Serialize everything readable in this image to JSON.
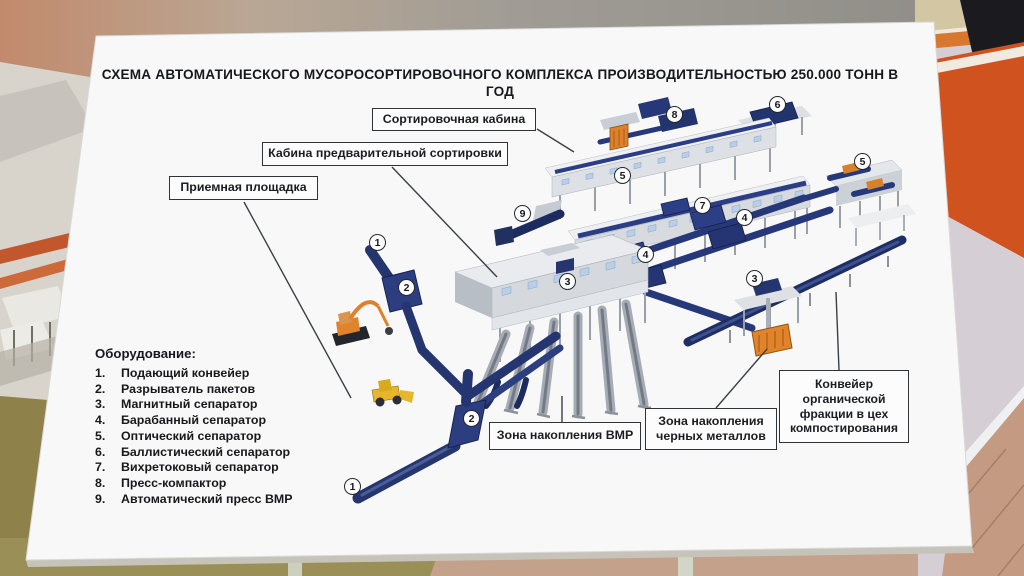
{
  "poster": {
    "title": "СХЕМА АВТОМАТИЧЕСКОГО МУСОРОСОРТИРОВОЧНОГО КОМПЛЕКСА ПРОИЗВОДИТЕЛЬНОСТЬЮ 250.000 ТОНН В ГОД",
    "labels": {
      "receiving_area": "Приемная площадка",
      "pre_sorting_cabin": "Кабина предварительной сортировки",
      "sorting_cabin": "Сортировочная кабина",
      "vmr_zone": "Зона накопления ВМР",
      "ferrous_zone": "Зона накопления черных металлов",
      "organic_conveyor": "Конвейер органической фракции в цех компостирования"
    },
    "equipment": {
      "heading": "Оборудование:",
      "items": [
        {
          "num": "1.",
          "name": "Подающий конвейер"
        },
        {
          "num": "2.",
          "name": "Разрыватель пакетов"
        },
        {
          "num": "3.",
          "name": "Магнитный сепаратор"
        },
        {
          "num": "4.",
          "name": "Барабанный сепаратор"
        },
        {
          "num": "5.",
          "name": "Оптический сепаратор"
        },
        {
          "num": "6.",
          "name": "Баллистический сепаратор"
        },
        {
          "num": "7.",
          "name": "Вихретоковый сепаратор"
        },
        {
          "num": "8.",
          "name": "Пресс-компактор"
        },
        {
          "num": "9.",
          "name": "Автоматический пресс ВМР"
        }
      ]
    },
    "markers": [
      "1",
      "2",
      "2",
      "1",
      "3",
      "9",
      "5",
      "8",
      "6",
      "7",
      "4",
      "4",
      "3",
      "5"
    ],
    "colors": {
      "conveyor_navy": "#24356f",
      "machine_orange": "#df812a",
      "cabin_gray": "#d7dbe0",
      "wall_orange": "#d0521e"
    }
  }
}
